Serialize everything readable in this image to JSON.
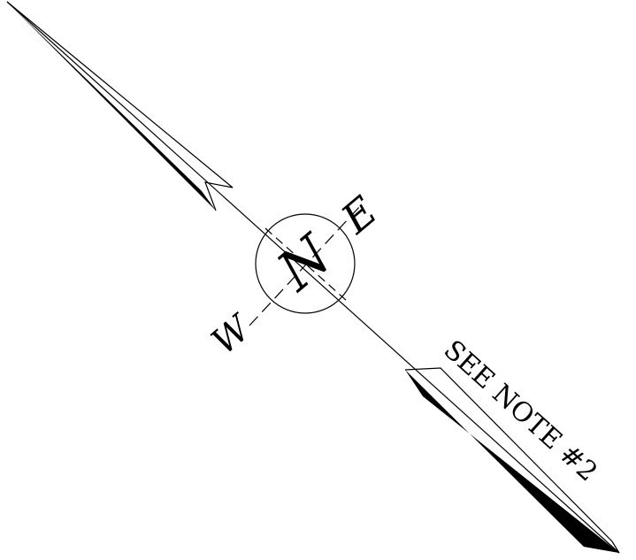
{
  "north_arrow": {
    "letters": {
      "north": "N",
      "east": "E",
      "west": "W"
    },
    "note_label": "SEE NOTE #2",
    "colors": {
      "ink": "#000000",
      "background": "#ffffff"
    }
  }
}
